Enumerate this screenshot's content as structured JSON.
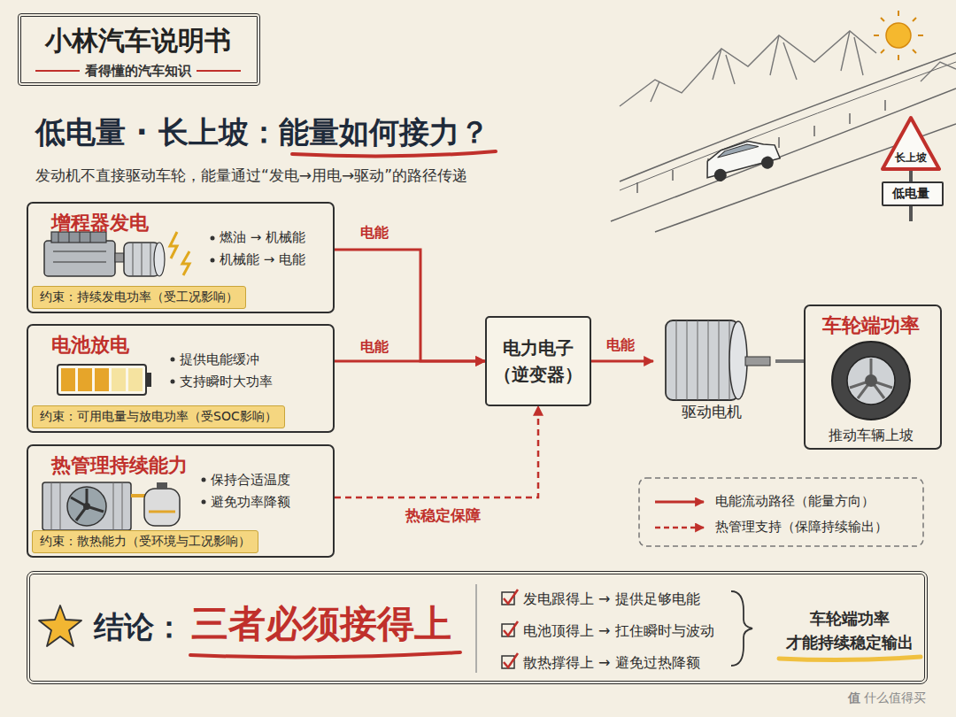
{
  "diagram": {
    "title": "低电量 · 长上坡：能量如何接力？",
    "nodes": [
      {
        "text": [
          "小林汽车说明书",
          "看得懂的汽车知识"
        ]
      },
      {
        "text": [
          "长上坡"
        ]
      },
      {
        "text": [
          "低电量"
        ]
      },
      {
        "text": [
          "增程器发电",
          "燃油 → 机械能",
          "机械能 → 电能"
        ]
      },
      {
        "text": [
          "约束：持续发电功率（受工况影响）"
        ],
        "in": 3
      },
      {
        "text": [
          "电池放电",
          "提供电能缓冲",
          "支持瞬时大功率"
        ]
      },
      {
        "text": [
          "约束：可用电量与放电功率（受SOC影响）"
        ],
        "in": 5
      },
      {
        "text": [
          "热管理持续能力",
          "保持合适温度",
          "避免功率降额"
        ]
      },
      {
        "text": [
          "约束：散热能力（受环境与工况影响）"
        ],
        "in": 7
      },
      {
        "text": [
          "电力电子 （逆变器）"
        ]
      },
      {
        "text": [
          "驱动电机"
        ]
      },
      {
        "text": [
          "车轮端功率",
          "推动车辆上坡"
        ]
      },
      {
        "text": [
          "结论：",
          "三者必须接得上",
          "发电跟得上 → 提供足够电能",
          "电池顶得上 → 扛住瞬时与波动",
          "散热撑得上 → 避免过热降额",
          "车轮端功率 才能持续稳定输出"
        ]
      }
    ],
    "edges": [
      {
        "from": 3,
        "to": 9,
        "label": "电能",
        "arrow": "to"
      },
      {
        "from": 5,
        "to": 9,
        "label": "电能",
        "arrow": "to"
      },
      {
        "from": 7,
        "to": 9,
        "label": "热稳定保障",
        "arrow": "to"
      },
      {
        "from": 9,
        "to": 10,
        "label": "电能",
        "arrow": "to"
      },
      {
        "from": 10,
        "to": 11,
        "arrow": "none"
      }
    ],
    "labels": [
      "发动机不直接驱动车轮，能量通过“发电→用电→驱动”的路径传递",
      "值",
      "什么值得买"
    ],
    "legend": [
      {
        "text": "电能流动路径（能量方向）"
      },
      {
        "text": "热管理支持（保障持续输出）"
      }
    ]
  }
}
